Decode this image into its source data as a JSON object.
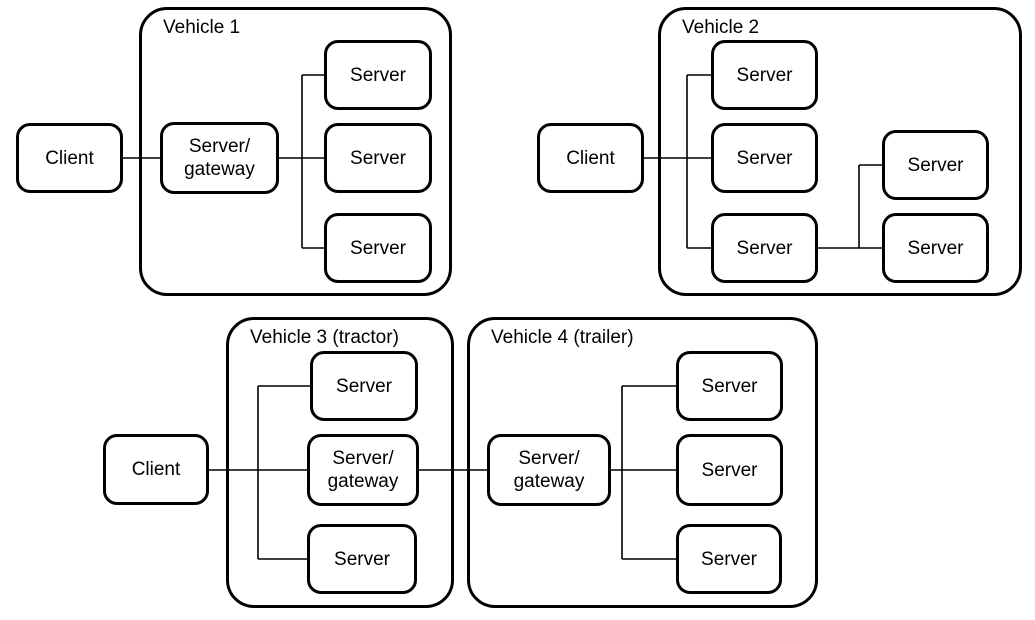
{
  "colors": {
    "stroke": "#000000",
    "background": "#ffffff"
  },
  "v1": {
    "title": "Vehicle 1",
    "client": "Client",
    "gateway": "Server/\ngateway",
    "server1": "Server",
    "server2": "Server",
    "server3": "Server"
  },
  "v2": {
    "title": "Vehicle 2",
    "client": "Client",
    "server1": "Server",
    "server2": "Server",
    "server3": "Server",
    "server4": "Server",
    "server5": "Server"
  },
  "v3": {
    "title": "Vehicle 3 (tractor)",
    "client": "Client",
    "server_top": "Server",
    "gateway": "Server/\ngateway",
    "server_bottom": "Server"
  },
  "v4": {
    "title": "Vehicle 4 (trailer)",
    "gateway": "Server/\ngateway",
    "server1": "Server",
    "server2": "Server",
    "server3": "Server"
  }
}
